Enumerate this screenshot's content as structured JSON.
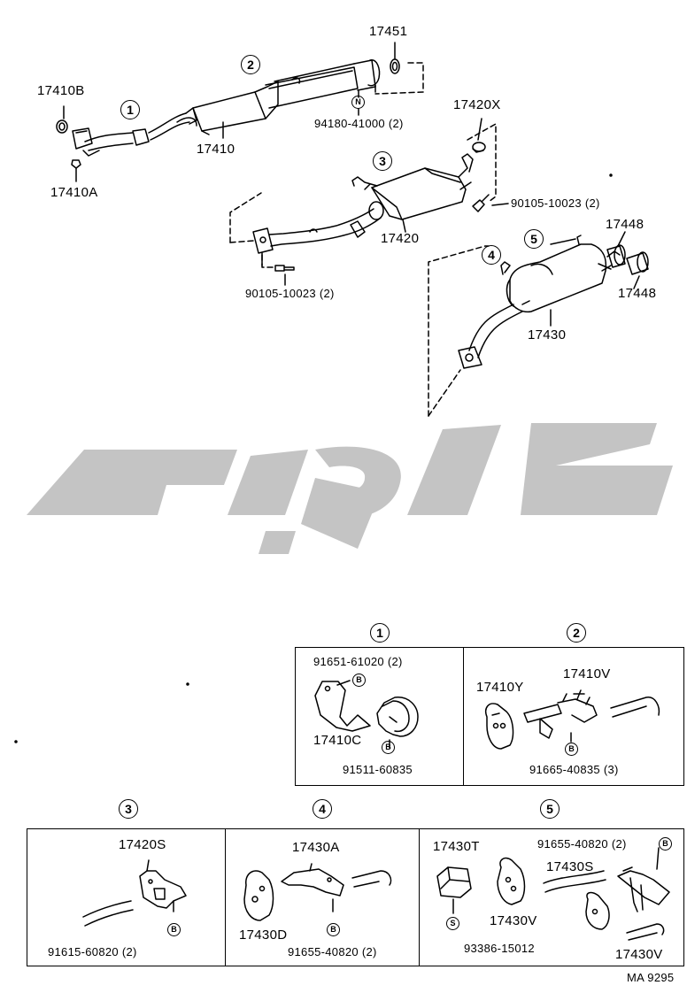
{
  "main_parts": {
    "p17451": "17451",
    "p17410B": "17410B",
    "p17410": "17410",
    "p17410A": "17410A",
    "p94180": "94180-41000 (2)",
    "p17420X": "17420X",
    "p90105_upper": "90105-10023 (2)",
    "p17420": "17420",
    "p90105_lower": "90105-10023 (2)",
    "p17448_top": "17448",
    "p17448_bottom": "17448",
    "p17430": "17430"
  },
  "callouts": {
    "c1": "1",
    "c2": "2",
    "c3": "3",
    "c4": "4",
    "c5": "5",
    "n_marker": "N"
  },
  "detail_panels": {
    "d1": {
      "number": "1",
      "labels": {
        "bolt": "91651-61020 (2)",
        "bracket": "17410C",
        "clamp": "91511-60835"
      },
      "markers": {
        "m1": "B",
        "m2": "B"
      }
    },
    "d2": {
      "number": "2",
      "labels": {
        "hanger": "17410Y",
        "bracket": "17410V",
        "bolt": "91665-40835 (3)"
      },
      "markers": {
        "m1": "B"
      }
    },
    "d3": {
      "number": "3",
      "labels": {
        "bracket": "17420S",
        "bolt": "91615-60820 (2)"
      },
      "markers": {
        "m1": "B"
      }
    },
    "d4": {
      "number": "4",
      "labels": {
        "bracket": "17430A",
        "hanger": "17430D",
        "bolt": "91655-40820 (2)"
      },
      "markers": {
        "m1": "B"
      }
    },
    "d5": {
      "number": "5",
      "labels": {
        "block": "17430T",
        "hanger": "17430V",
        "bolt": "91655-40820 (2)",
        "bracket": "17430S",
        "screw": "93386-15012",
        "hanger2": "17430V"
      },
      "markers": {
        "m1": "S",
        "m2": "B"
      }
    }
  },
  "footer_code": "MA 9295"
}
